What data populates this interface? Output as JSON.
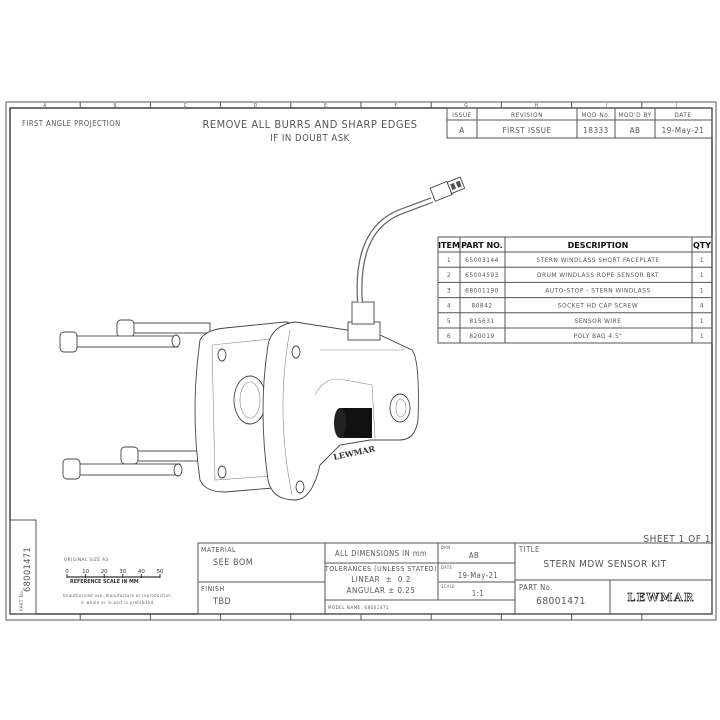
{
  "header": {
    "projection": "FIRST ANGLE PROJECTION",
    "note_line1": "REMOVE ALL BURRS AND SHARP EDGES",
    "note_line2": "IF IN DOUBT ASK"
  },
  "zones_top": [
    "A",
    "B",
    "C",
    "D",
    "E",
    "F",
    "G",
    "H",
    "I",
    "J"
  ],
  "revision_table": {
    "headers": [
      "ISSUE",
      "REVISION",
      "MOD No.",
      "MOD'D BY",
      "DATE"
    ],
    "rows": [
      [
        "A",
        "FIRST ISSUE",
        "18333",
        "AB",
        "19-May-21"
      ]
    ]
  },
  "parts_list": {
    "headers": [
      "ITEM",
      "PART NO.",
      "DESCRIPTION",
      "QTY"
    ],
    "rows": [
      [
        "1",
        "65003144",
        "STERN WINDLASS SHORT FACEPLATE",
        "1"
      ],
      [
        "2",
        "65004593",
        "DRUM WINDLASS ROPE SENSOR BKT",
        "1"
      ],
      [
        "3",
        "68001190",
        "AUTO-STOP - STERN WINDLASS",
        "1"
      ],
      [
        "4",
        "80842",
        "SOCKET HD CAP SCREW",
        "4"
      ],
      [
        "5",
        "815631",
        "SENSOR WIRE",
        "1"
      ],
      [
        "6",
        "820019",
        "POLY BAG 4.5\"",
        "1"
      ]
    ]
  },
  "part_brand_mark": "LEWMAR",
  "title_block": {
    "sheet": "SHEET 1 OF 1",
    "side_part_label": "PART No.",
    "side_part_no": "68001471",
    "original_size": "ORIGINAL SIZE A3",
    "scale_ticks": [
      "0",
      "10",
      "20",
      "30",
      "40",
      "50"
    ],
    "scale_label": "REFERENCE SCALE IN MM",
    "legal_line1": "Unauthorised use, manufacture or reproduction",
    "legal_line2": "in whole or in part is prohibited",
    "material_label": "MATERIAL",
    "material": "SEE BOM",
    "finish_label": "FINISH",
    "finish": "TBD",
    "dimensions": "ALL DIMENSIONS IN mm",
    "tolerances": "TOLERANCES (UNLESS STATED)",
    "linear": "LINEAR  ±  0.2",
    "angular": "ANGULAR ± 0.25",
    "model_name": "MODEL NAME: 68001471",
    "drn_label": "DRN",
    "drn": "AB",
    "date_label": "DATE",
    "date": "19-May-21",
    "scale_label2": "SCALE",
    "scale": "1:1",
    "title_label": "TITLE",
    "title": "STERN MDW SENSOR KIT",
    "part_no_label": "PART No.",
    "part_no": "68001471",
    "logo": "LEWMAR"
  }
}
